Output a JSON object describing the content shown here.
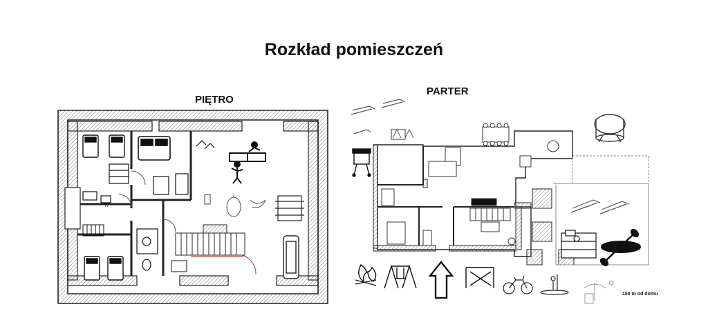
{
  "title": "Rozkład pomieszczeń",
  "floors": {
    "upper": {
      "label": "PIĘTRO"
    },
    "ground": {
      "label": "PARTER"
    }
  },
  "icon_labels": {
    "tv": "TV"
  },
  "annotations": {
    "distance_note": "150 m od domu"
  },
  "icons": [
    "bed-icon",
    "double-bed-icon",
    "tv-icon",
    "ping-pong-icon",
    "foosball-icon",
    "sofa-icon",
    "hanging-chair-icon",
    "deck-chair-icon",
    "stairs-icon",
    "sunbed-icon",
    "table-icon",
    "grill-icon",
    "trampoline-icon",
    "campfire-icon",
    "swing-icon",
    "goal-icon",
    "entrance-arrow-icon",
    "bicycle-icon",
    "paddleboard-icon",
    "kayak-icon",
    "sauna-icon"
  ]
}
